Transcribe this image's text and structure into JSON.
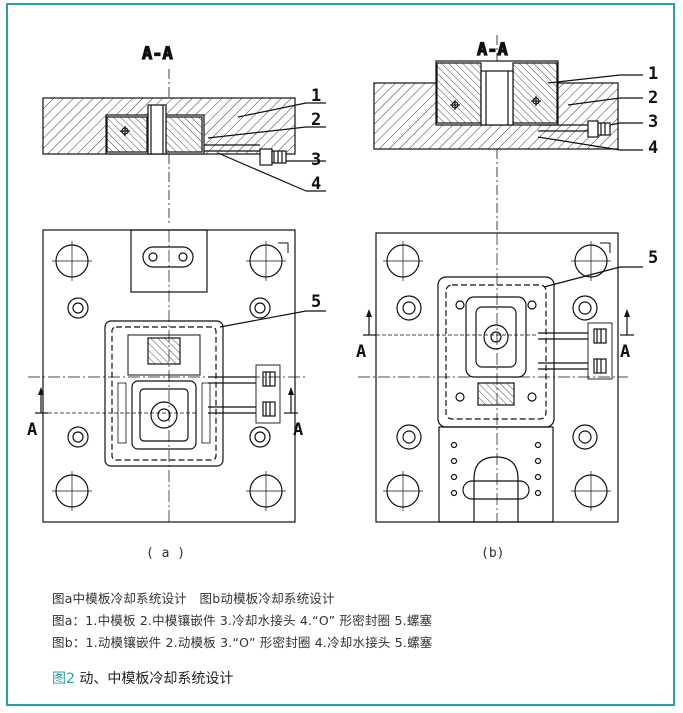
{
  "figure": {
    "left_section_label": "A-A",
    "right_section_label": "A-A",
    "left_part_labels": [
      "1",
      "2",
      "3",
      "4",
      "5"
    ],
    "right_part_labels": [
      "1",
      "2",
      "3",
      "4",
      "5"
    ],
    "section_arrow_letter": "A",
    "sub_a": "( a )",
    "sub_b": "(b)"
  },
  "caption": {
    "line1": "图a中模板冷却系统设计　图b动模板冷却系统设计",
    "line2": "图a：1.中模板 2.中模镶嵌件 3.冷却水接头 4.“O” 形密封圈 5.螺塞",
    "line3": "图b：1.动模镶嵌件 2.动模板 3.“O” 形密封圈 4.冷却水接头 5.螺塞",
    "title_number": "图2",
    "title_text": " 动、中模板冷却系统设计"
  },
  "colors": {
    "accent": "#2aa1a8",
    "line": "#111111"
  }
}
